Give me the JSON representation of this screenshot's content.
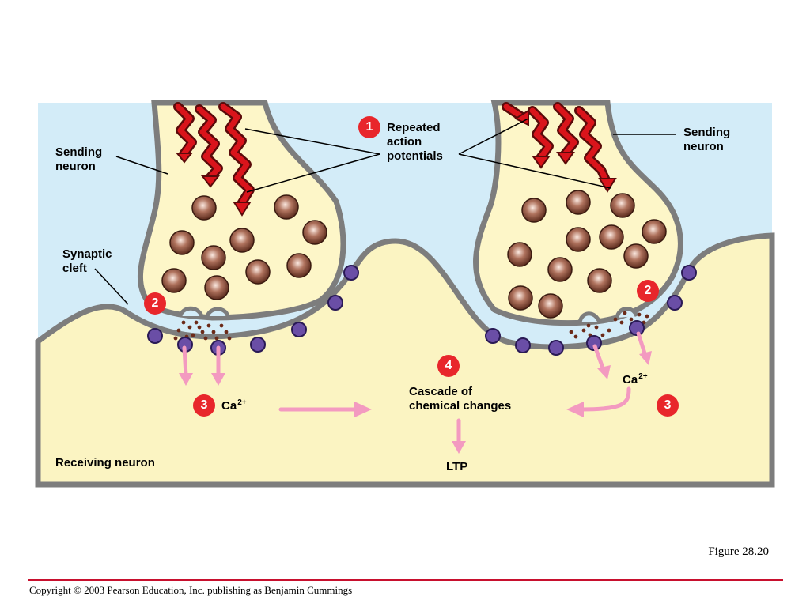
{
  "labels": {
    "sending_left": "Sending\nneuron",
    "sending_right": "Sending\nneuron",
    "synaptic_cleft": "Synaptic\ncleft",
    "repeated_ap": "Repeated\naction\npotentials",
    "cascade": "Cascade of\nchemical changes",
    "ltp": "LTP",
    "receiving": "Receiving neuron"
  },
  "ca_ion": {
    "symbol": "Ca",
    "charge": "2+"
  },
  "steps": {
    "one": "1",
    "two": "2",
    "three": "3",
    "four": "4"
  },
  "caption": "Figure 28.20",
  "copyright": "Copyright © 2003 Pearson Education, Inc. publishing as Benjamin Cummings",
  "colors": {
    "cleft_blue": "#d3ecf8",
    "receiving_yellow": "#fbf4c2",
    "terminal_fill": "#fdf6c8",
    "membrane_gray": "#7d7d7d",
    "badge_red": "#e8262b",
    "arrow_pink": "#f39ac0",
    "action_potential_red": "#d9141b",
    "receptor_purple": "#6a4ea6",
    "footer_red": "#c8102e"
  }
}
